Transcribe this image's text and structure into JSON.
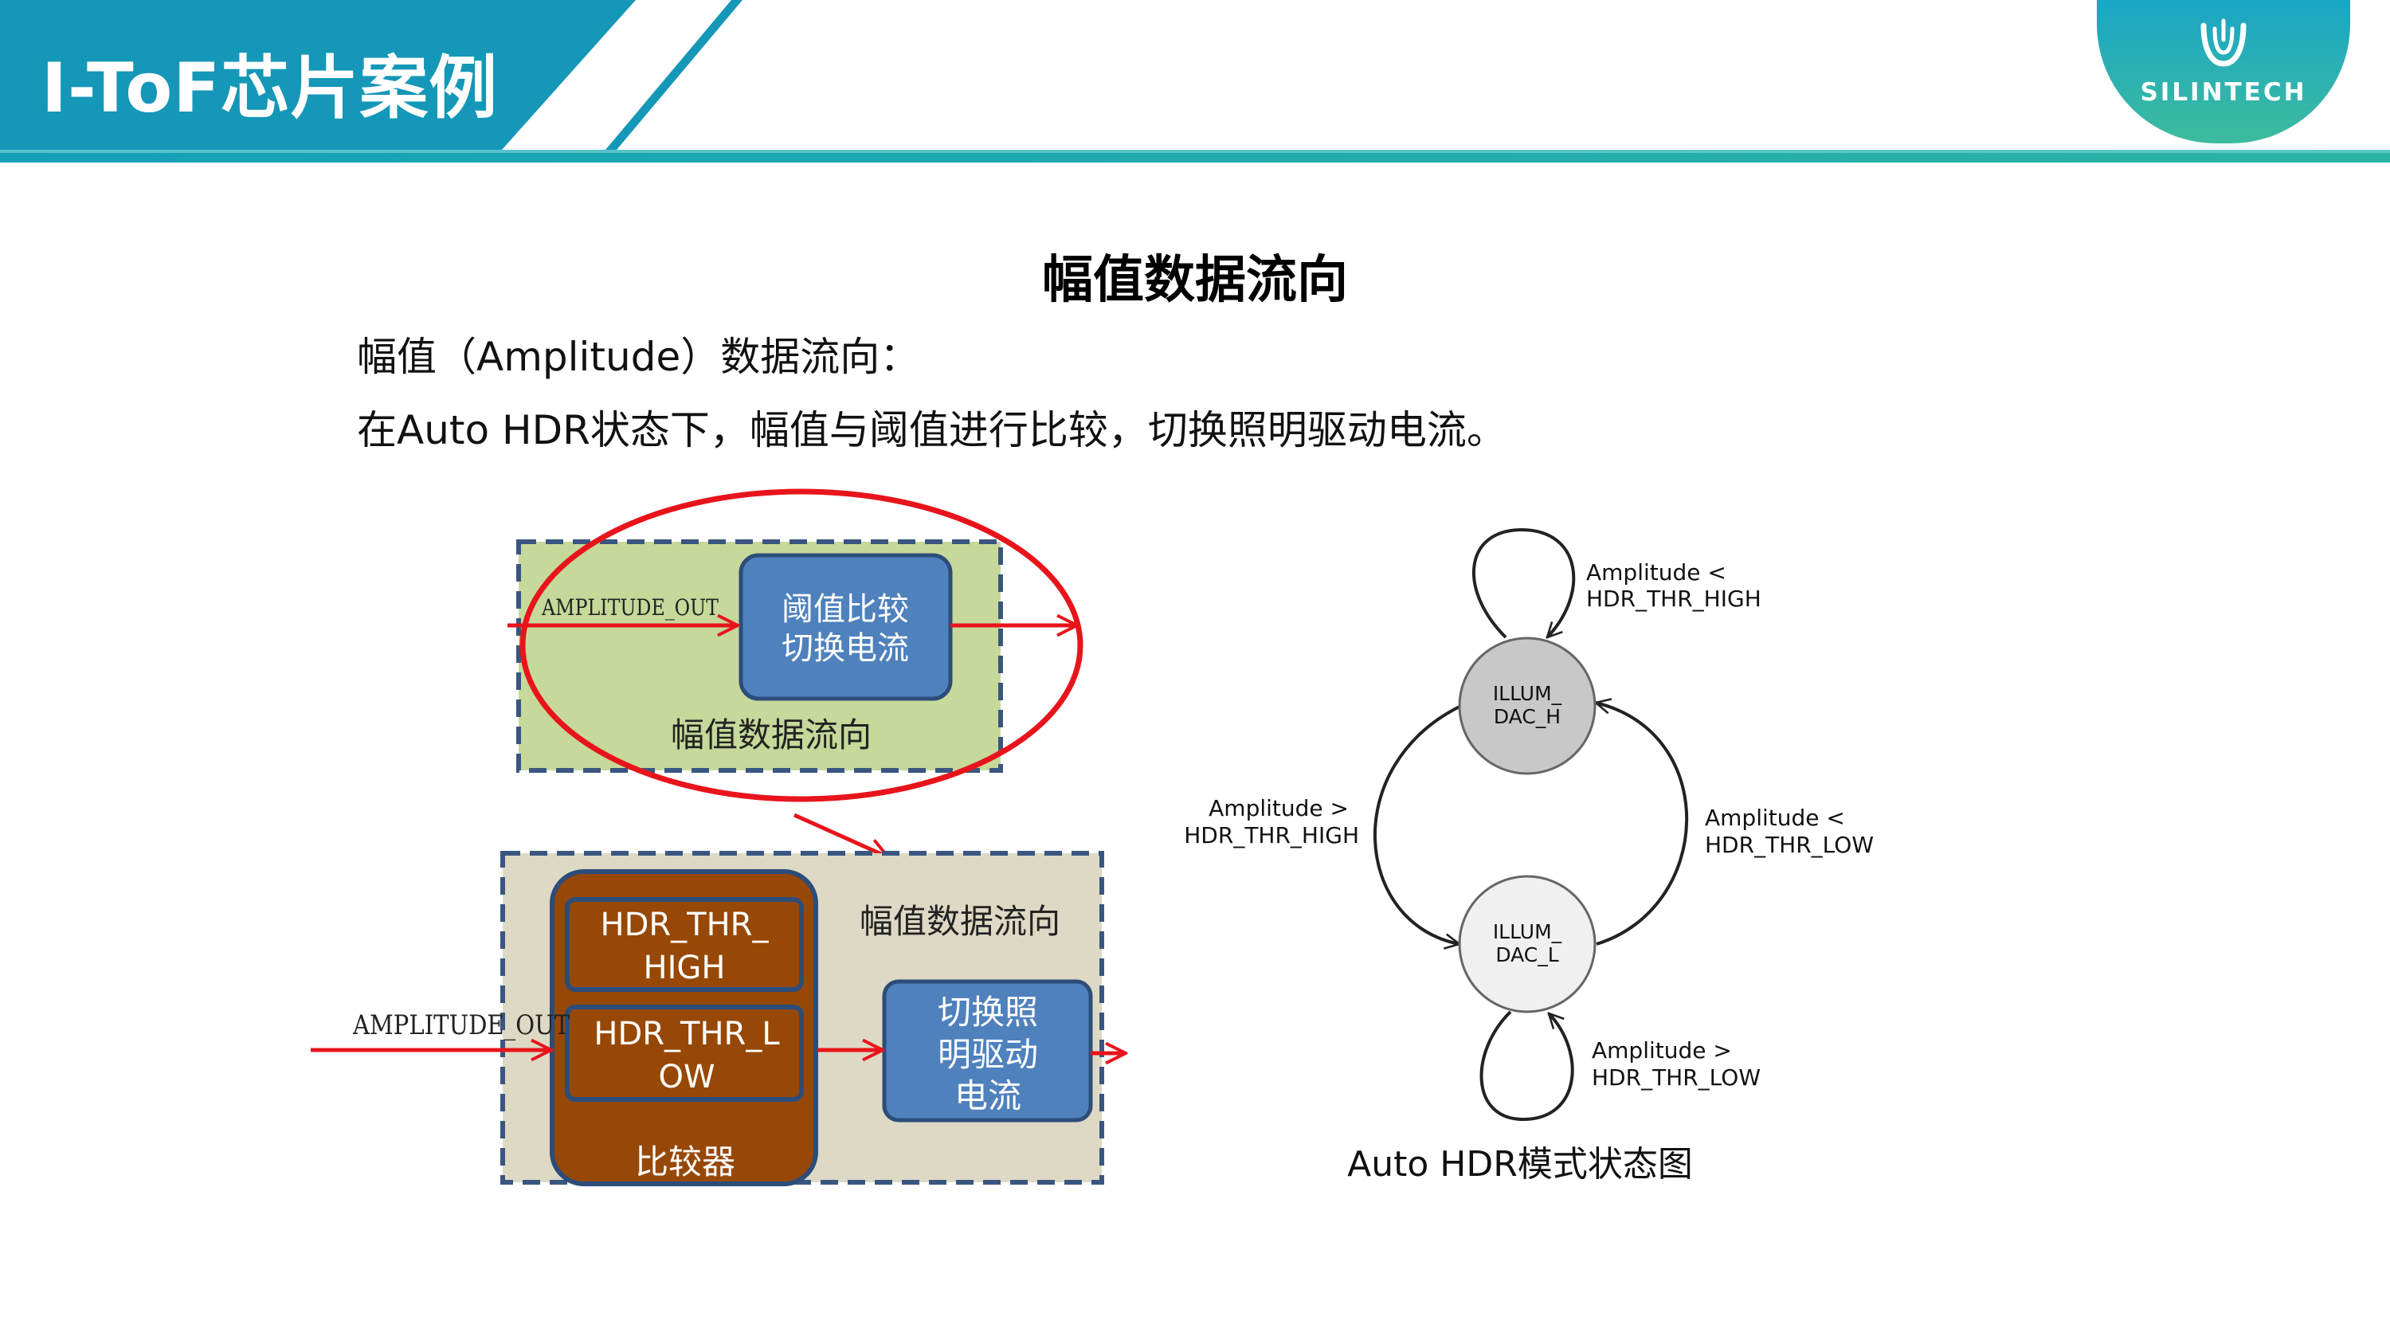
{
  "header": {
    "title": "I-ToF芯片案例",
    "logo_text": "SILINTECH"
  },
  "content": {
    "heading": "幅值数据流向",
    "line1": "幅值（Amplitude）数据流向：",
    "line2": "在Auto HDR状态下，幅值与阈值进行比较，切换照明驱动电流。"
  },
  "top_diagram": {
    "input_label": "AMPLITUDE_OUT",
    "block_label_line1": "阈值比较",
    "block_label_line2": "切换电流",
    "group_label": "幅值数据流向"
  },
  "bottom_diagram": {
    "input_label": "AMPLITUDE_OUT",
    "reg_high_line1": "HDR_THR_",
    "reg_high_line2": "HIGH",
    "reg_low_line1": "HDR_THR_L",
    "reg_low_line2": "OW",
    "comparator_label": "比较器",
    "group_label": "幅值数据流向",
    "output_line1": "切换照",
    "output_line2": "明驱动",
    "output_line3": "电流"
  },
  "state_diagram": {
    "state_high_line1": "ILLUM_",
    "state_high_line2": "DAC_H",
    "state_low_line1": "ILLUM_",
    "state_low_line2": "DAC_L",
    "loop_high_line1": "Amplitude <",
    "loop_high_line2": "HDR_THR_HIGH",
    "left_line1": "Amplitude >",
    "left_line2": "HDR_THR_HIGH",
    "right_line1": "Amplitude <",
    "right_line2": "HDR_THR_LOW",
    "loop_low_line1": "Amplitude >",
    "loop_low_line2": "HDR_THR_LOW",
    "caption": "Auto HDR模式状态图"
  },
  "colors": {
    "header_teal": "#1597b8",
    "highlight_red": "#e8141b",
    "green_fill": "#c6d89a",
    "beige_fill": "#ddd9c4",
    "block_blue": "#4f81bd",
    "block_brown": "#974806",
    "dash_navy": "#3a5680"
  }
}
